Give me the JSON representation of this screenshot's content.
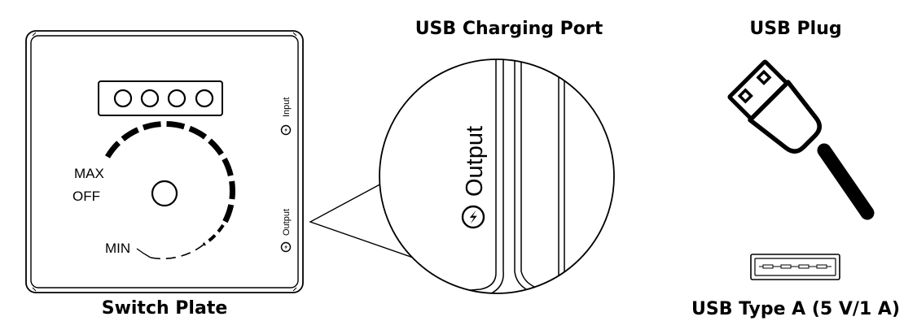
{
  "captions": {
    "switch_plate": "Switch Plate",
    "usb_charging_port": "USB Charging Port",
    "usb_plug": "USB Plug",
    "usb_type_a": "USB Type A (5 V/1 A)"
  },
  "plate": {
    "max_label": "MAX",
    "off_label": "OFF",
    "min_label": "MIN",
    "input_label": "Input",
    "output_label": "Output"
  },
  "zoom": {
    "output_label": "Output"
  },
  "icons": [
    "bolt-circle-icon",
    "usb-plug-icon",
    "usb-type-a-port-icon"
  ],
  "colors": {
    "line": "#000000",
    "background": "#ffffff"
  }
}
